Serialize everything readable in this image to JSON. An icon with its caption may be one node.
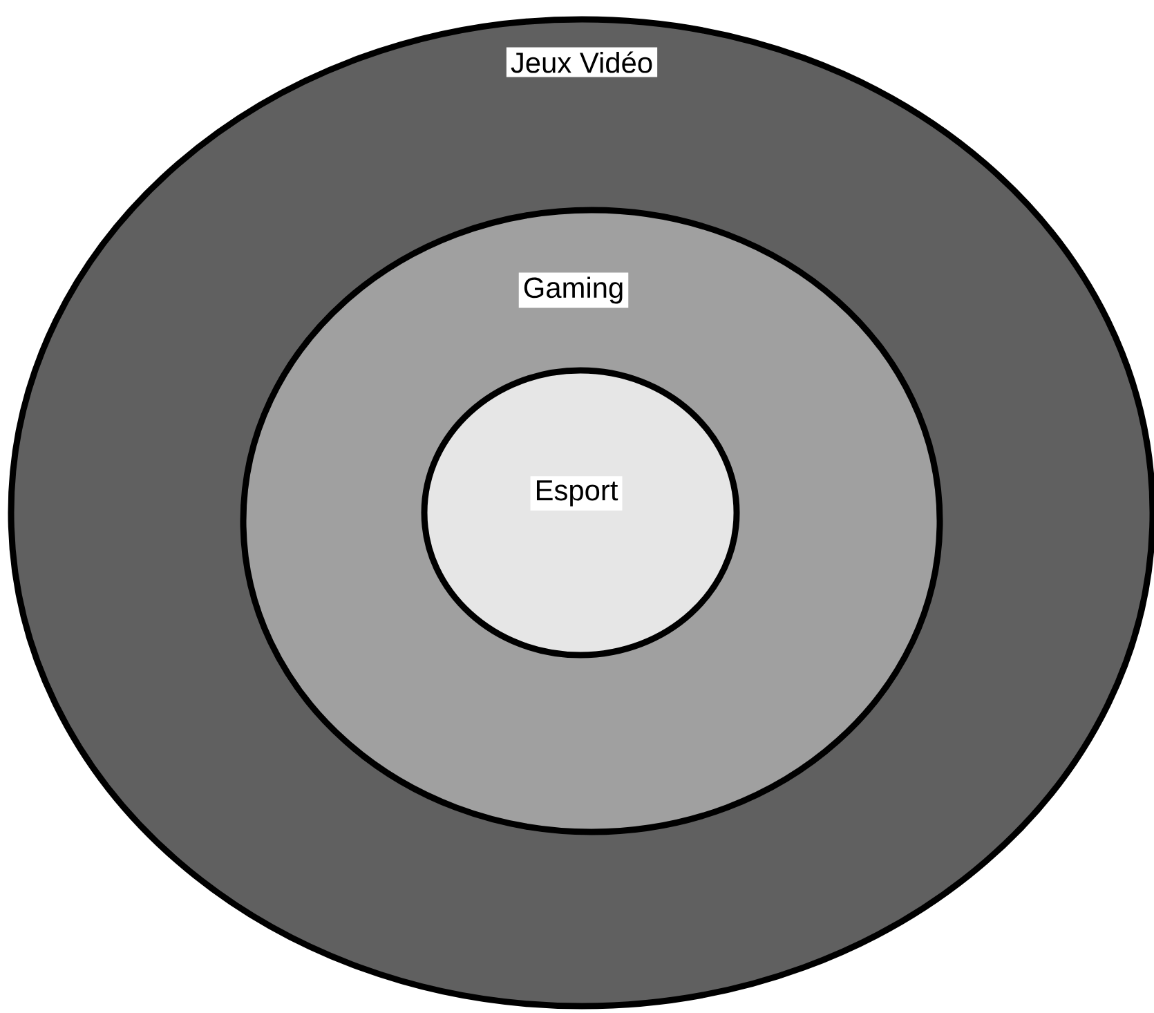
{
  "diagram": {
    "nodes": [
      {
        "text": [
          "Jeux Vidéo"
        ]
      },
      {
        "text": [
          "Gaming"
        ],
        "in": 0
      },
      {
        "text": [
          "Esport"
        ],
        "in": 1
      }
    ]
  }
}
